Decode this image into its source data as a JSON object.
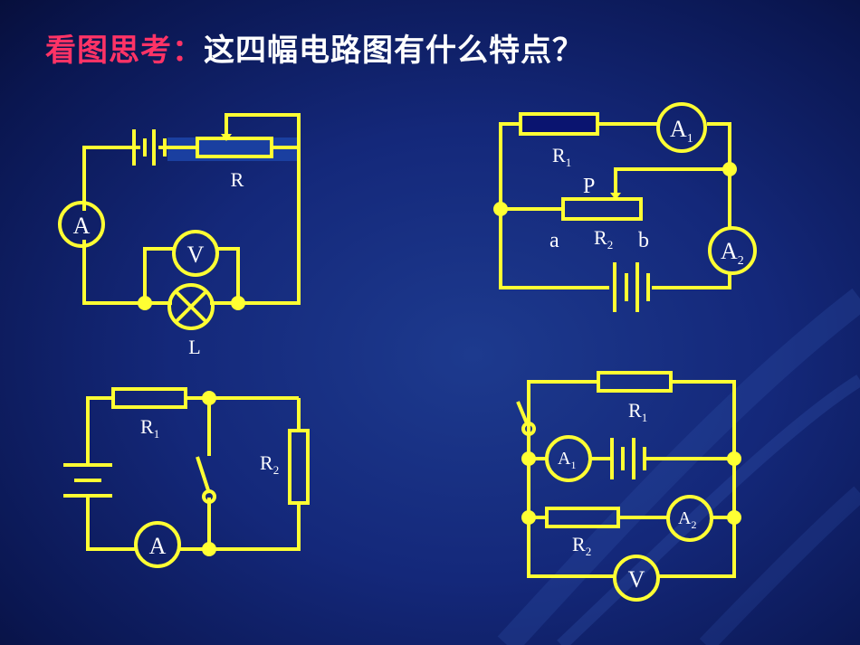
{
  "title": {
    "prefix": "看图思考：",
    "question": "这四幅电路图有什么特点？"
  },
  "diagram1": {
    "ammeter": "A",
    "voltmeter": "V",
    "rheostat": "R",
    "lamp": "L"
  },
  "diagram2": {
    "r1": "R",
    "r1_sub": "1",
    "a1": "A",
    "a1_sub": "1",
    "p": "P",
    "a": "a",
    "r2": "R",
    "r2_sub": "2",
    "b": "b",
    "a2": "A",
    "a2_sub": "2"
  },
  "diagram3": {
    "r1": "R",
    "r1_sub": "1",
    "r2": "R",
    "r2_sub": "2",
    "ammeter": "A"
  },
  "diagram4": {
    "r1": "R",
    "r1_sub": "1",
    "a1": "A",
    "a1_sub": "1",
    "a2": "A",
    "a2_sub": "2",
    "r2": "R",
    "r2_sub": "2",
    "voltmeter": "V"
  },
  "colors": {
    "wire": "#ffff33",
    "title_prefix": "#ff3366",
    "title_text": "#ffffff",
    "background": "#14287a"
  }
}
